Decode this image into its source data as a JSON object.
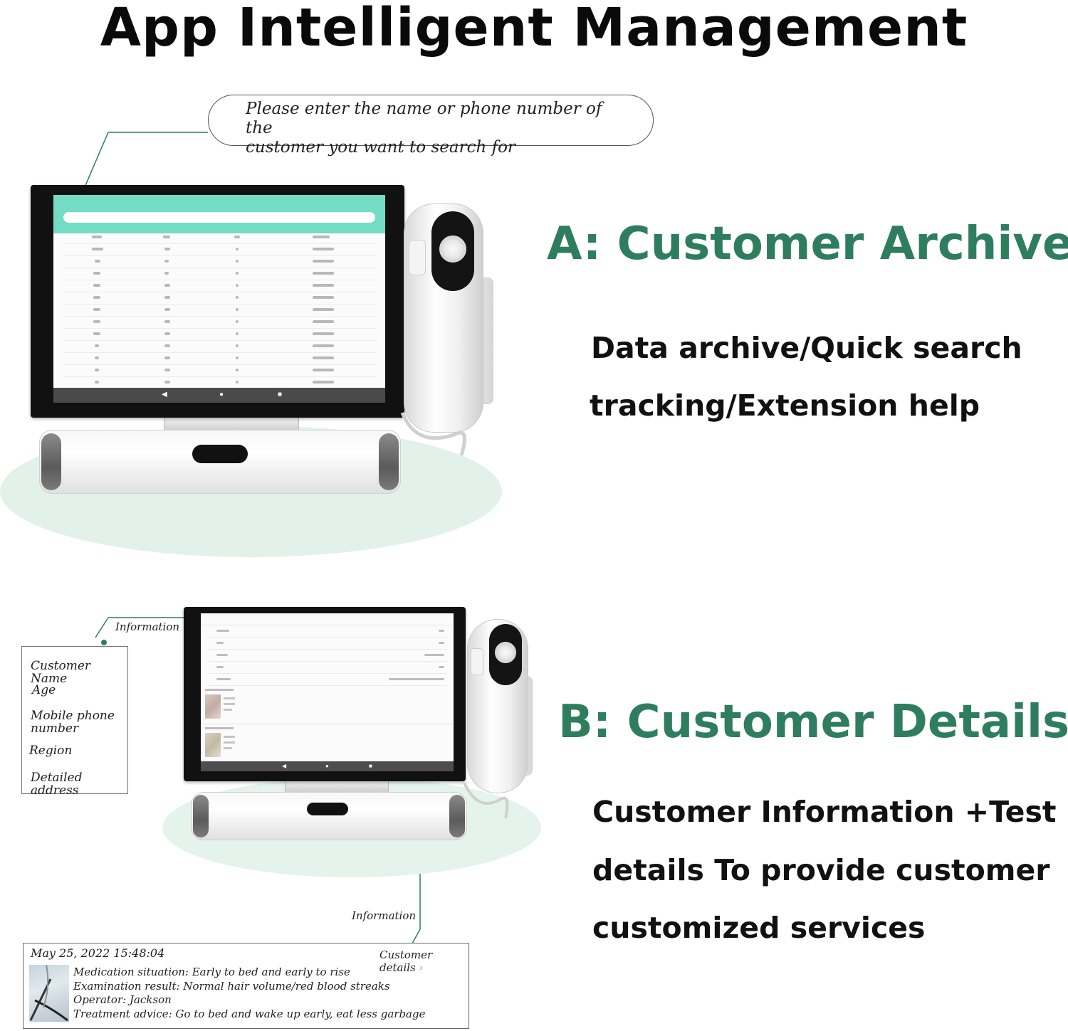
{
  "title": "App Intelligent Management",
  "search_callout": {
    "line1": "Please enter the name or phone number of the",
    "line2": "customer you want to search for"
  },
  "section_a": {
    "heading": "A: Customer Archive",
    "desc_line1": "Data archive/Quick search",
    "desc_line2": "tracking/Extension help"
  },
  "section_b": {
    "heading": "B: Customer Details",
    "desc_line1": "Customer Information +Test",
    "desc_line2": "details To provide customer",
    "desc_line3": "customized services"
  },
  "info_label_top": "Information",
  "info_label_bottom": "Information",
  "info_fields": {
    "name": "Customer Name",
    "age": "Age",
    "phone_1": "Mobile phone",
    "phone_2": "number",
    "region": "Region",
    "address": "Detailed address"
  },
  "detail_card": {
    "date": "May 25, 2022 15:48:04",
    "link": "Customer details",
    "medication": "Medication situation: Early to bed and early to rise",
    "examination": "Examination result: Normal hair volume/red blood streaks",
    "operator": "Operator: Jackson",
    "advice": "Treatment advice: Go to bed and wake up early, eat less garbage"
  },
  "icons": {
    "nav_back": "◀",
    "nav_home": "●",
    "nav_recent": "■",
    "chevron": "›"
  },
  "colors": {
    "heading_green": "#2f7d5f",
    "screen_teal": "#74dcc5",
    "platform_mint": "#e2f2ea"
  }
}
